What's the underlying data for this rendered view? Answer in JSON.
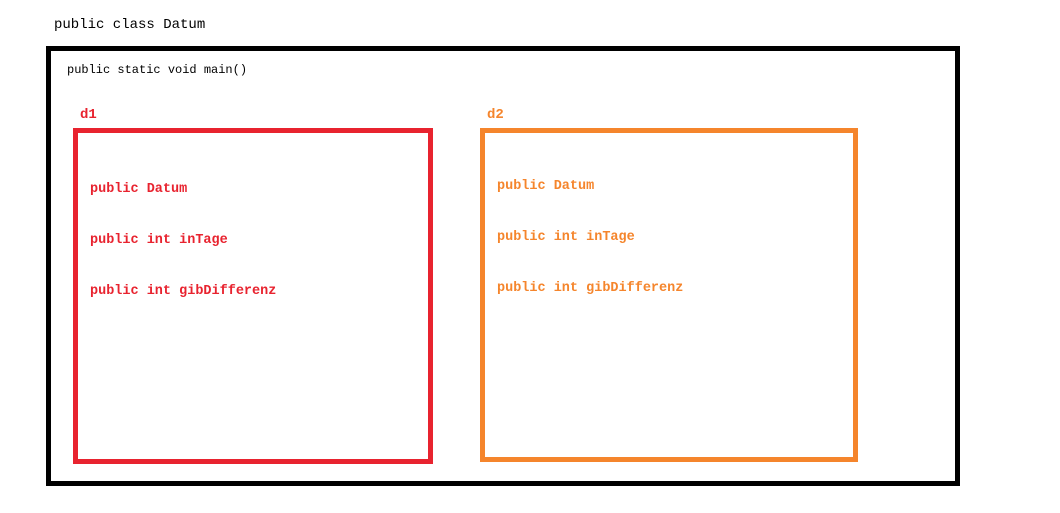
{
  "class_title": "public class Datum",
  "method_title": "public static void main()",
  "objects": [
    {
      "id": "d1",
      "label": "d1",
      "color": "#e8232f",
      "lines": [
        "public Datum",
        "public int inTage",
        "public int gibDifferenz"
      ]
    },
    {
      "id": "d2",
      "label": "d2",
      "color": "#f5852c",
      "lines": [
        "public Datum",
        "public int inTage",
        "public int gibDifferenz"
      ]
    }
  ]
}
